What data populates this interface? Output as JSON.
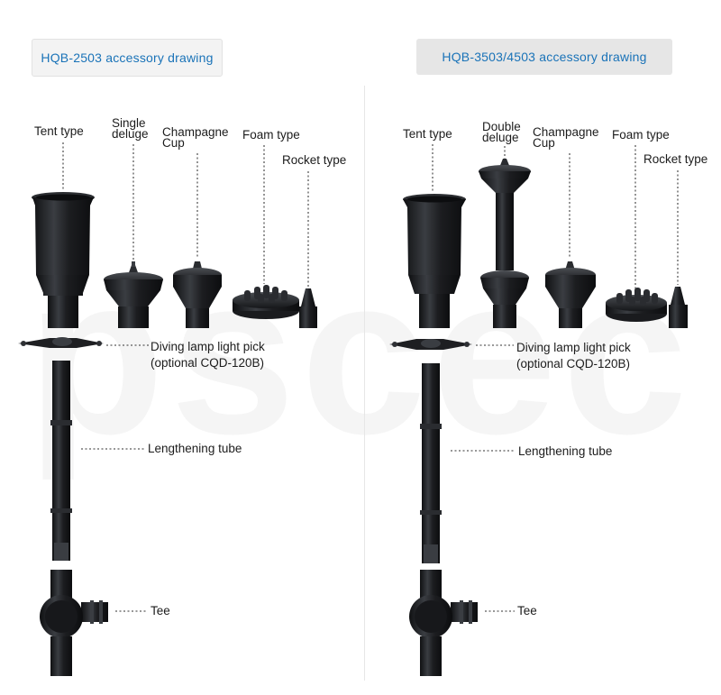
{
  "left": {
    "title": "HQB-2503 accessory drawing",
    "labels": {
      "tent": "Tent type",
      "deluge_1": "Single",
      "deluge_2": "deluge",
      "champagne_1": "Champagne",
      "champagne_2": "Cup",
      "foam": "Foam type",
      "rocket": "Rocket type",
      "lamp_1": "Diving lamp light pick",
      "lamp_2": "(optional CQD-120B)",
      "tube": "Lengthening tube",
      "tee": "Tee"
    }
  },
  "right": {
    "title": "HQB-3503/4503 accessory drawing",
    "labels": {
      "tent": "Tent type",
      "deluge_1": "Double",
      "deluge_2": "deluge",
      "champagne_1": "Champagne",
      "champagne_2": "Cup",
      "foam": "Foam type",
      "rocket": "Rocket type",
      "lamp_1": "Diving lamp light pick",
      "lamp_2": "(optional CQD-120B)",
      "tube": "Lengthening tube",
      "tee": "Tee"
    }
  },
  "colors": {
    "title_text": "#1a73b8",
    "part_fill": "#202225",
    "leader": "#5a5a5a"
  }
}
